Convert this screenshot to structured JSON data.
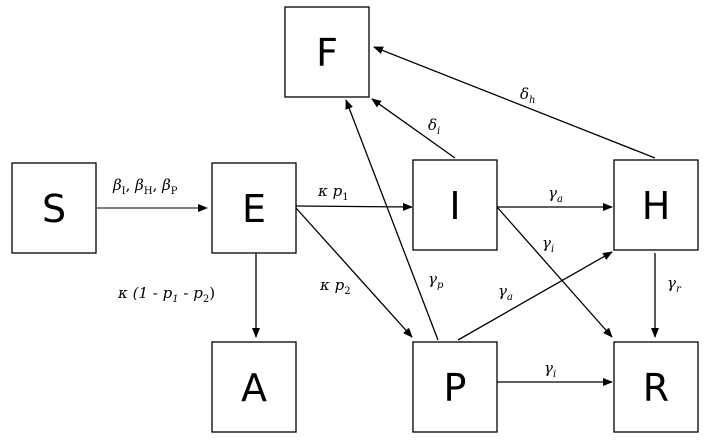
{
  "nodes": {
    "S": "S",
    "E": "E",
    "A": "A",
    "F": "F",
    "I": "I",
    "P": "P",
    "H": "H",
    "R": "R"
  },
  "edges": {
    "s_e": {
      "b1": "β",
      "s1": "I",
      "sep1": ",  ",
      "b2": "β",
      "s2": "H",
      "sep2": ",  ",
      "b3": "β",
      "s3": "P"
    },
    "e_i": {
      "k": "κ p",
      "sub": "1"
    },
    "e_a": {
      "pre": "κ (1 - ",
      "p1": "p",
      "p1s": "1",
      "mid": " - ",
      "p2": "p",
      "p2s": "2",
      "post": ")"
    },
    "e_p": {
      "k": "κ p",
      "sub": "2"
    },
    "i_f": {
      "sym": "δ",
      "sub": "i"
    },
    "h_f": {
      "sym": "δ",
      "sub": "h"
    },
    "i_h": {
      "sym": "γ",
      "sub": "a"
    },
    "i_r": {
      "sym": "γ",
      "sub": "i"
    },
    "p_f": {
      "sym": "γ",
      "sub": "p"
    },
    "p_h": {
      "sym": "γ",
      "sub": "a"
    },
    "p_r": {
      "sym": "γ",
      "sub": "i"
    },
    "h_r": {
      "sym": "γ",
      "sub": "r"
    }
  }
}
